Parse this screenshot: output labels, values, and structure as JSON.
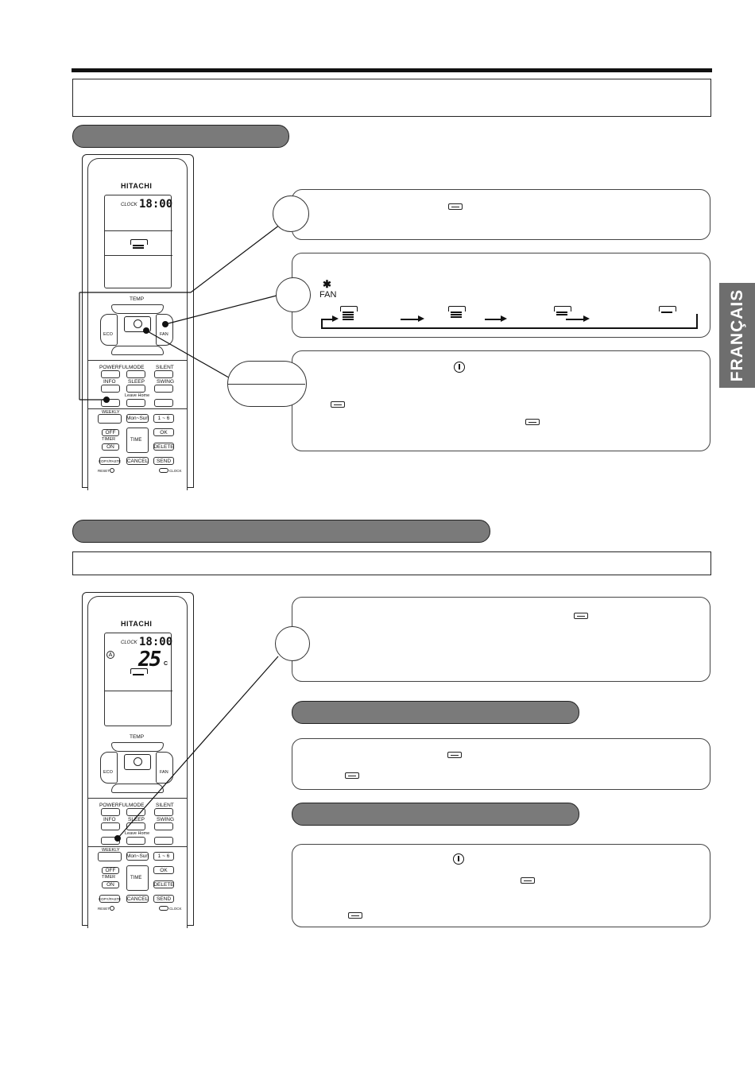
{
  "page": {
    "language_tab": "FRANÇAIS"
  },
  "remote": {
    "brand": "HITACHI",
    "clock_label": "CLOCK",
    "clock_time": "18:00",
    "temperature": "25",
    "temp_unit": "C",
    "auto_symbol": "A",
    "buttons": {
      "temp": "TEMP",
      "eco": "ECO",
      "fan": "FAN",
      "powerful": "POWERFUL",
      "mode": "MODE",
      "silent": "SILENT",
      "info": "INFO",
      "sleep": "SLEEP",
      "swing": "SWING",
      "leave_home": "Leave Home",
      "weekly": "WEEKLY",
      "mon_sun": "Mon~Sun",
      "one_six": "1 ~ 6",
      "off": "OFF",
      "timer": "TIMER",
      "on": "ON",
      "time": "TIME",
      "ok": "OK",
      "delete": "DELETE",
      "copy_paste": "COPY/PASTE",
      "cancel": "CANCEL",
      "send": "SEND",
      "reset": "RESET",
      "clock": "CLOCK"
    }
  },
  "section1": {
    "step2": {
      "fan_label": "FAN"
    }
  },
  "colors": {
    "section_pill": "#7a7a7a",
    "language_tab": "#6e6e6e",
    "rule": "#111111"
  }
}
